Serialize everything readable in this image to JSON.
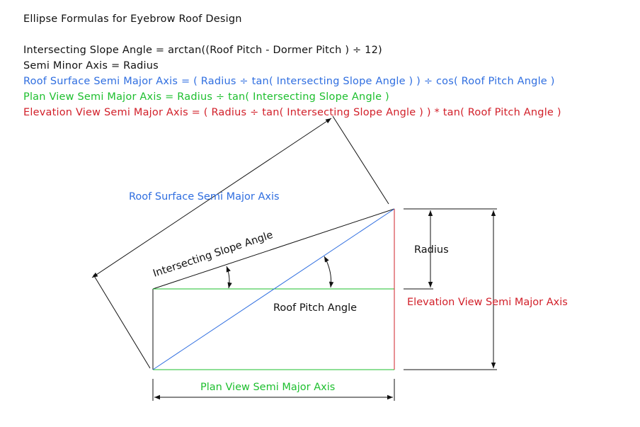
{
  "title": "Ellipse Formulas for Eyebrow Roof Design",
  "formulas": [
    {
      "text": "Intersecting Slope Angle = arctan((Roof Pitch - Dormer Pitch ) ÷ 12)",
      "color": "#111111"
    },
    {
      "text": "Semi Minor Axis = Radius",
      "color": "#111111"
    },
    {
      "text": "Roof Surface Semi Major Axis = ( Radius ÷ tan( Intersecting Slope Angle ) ) ÷ cos( Roof Pitch Angle )",
      "color": "#2f6ee0"
    },
    {
      "text": "Plan View Semi Major Axis = Radius ÷ tan( Intersecting Slope Angle )",
      "color": "#1dbf2e"
    },
    {
      "text": "Elevation View Semi Major Axis = ( Radius ÷ tan( Intersecting Slope Angle ) ) * tan( Roof Pitch Angle )",
      "color": "#d2202a"
    }
  ],
  "labels": {
    "roof_surface": "Roof Surface Semi Major Axis",
    "intersecting_slope": "Intersecting Slope Angle",
    "radius": "Radius",
    "roof_pitch": "Roof Pitch Angle",
    "elevation": "Elevation View Semi Major Axis",
    "plan_view": "Plan View Semi Major Axis"
  },
  "colors": {
    "black": "#111111",
    "blue": "#2f6ee0",
    "green": "#1dbf2e",
    "red": "#d2202a"
  }
}
